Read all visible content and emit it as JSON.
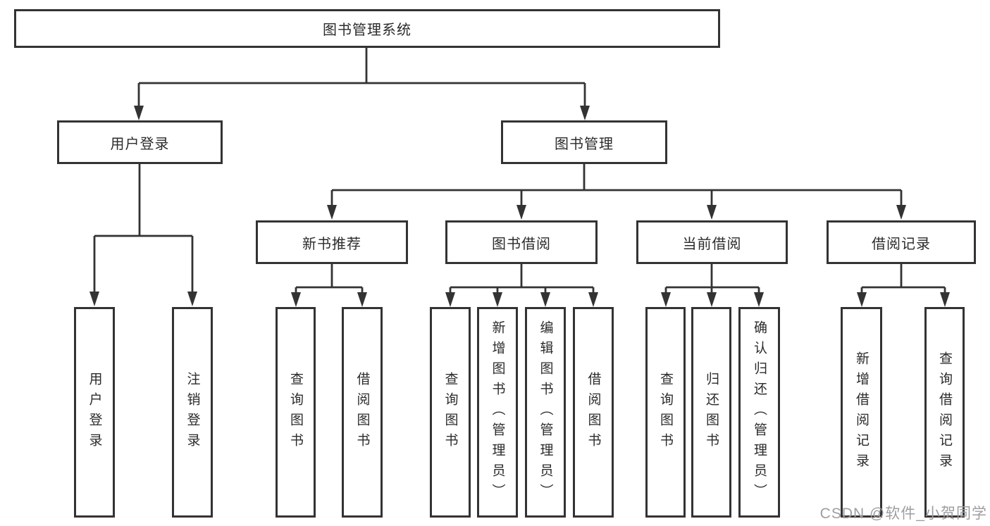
{
  "tree": {
    "label": "图书管理系统",
    "children": [
      {
        "label": "用户登录",
        "children": [
          {
            "label": "用户登录"
          },
          {
            "label": "注销登录"
          }
        ]
      },
      {
        "label": "图书管理",
        "children": [
          {
            "label": "新书推荐",
            "children": [
              {
                "label": "查询图书"
              },
              {
                "label": "借阅图书"
              }
            ]
          },
          {
            "label": "图书借阅",
            "children": [
              {
                "label": "查询图书"
              },
              {
                "label": "新增图书（管理员）"
              },
              {
                "label": "编辑图书（管理员）"
              },
              {
                "label": "借阅图书"
              }
            ]
          },
          {
            "label": "当前借阅",
            "children": [
              {
                "label": "查询图书"
              },
              {
                "label": "归还图书"
              },
              {
                "label": "确认归还（管理员）"
              }
            ]
          },
          {
            "label": "借阅记录",
            "children": [
              {
                "label": "新增借阅记录"
              },
              {
                "label": "查询借阅记录"
              }
            ]
          }
        ]
      }
    ]
  },
  "watermark": {
    "text": "CSDN @软件_小贺同学"
  },
  "colors": {
    "line": "#333333",
    "box_border": "#333333",
    "text": "#2b2b2b",
    "background": "#ffffff",
    "watermark": "#9e9e9e"
  }
}
